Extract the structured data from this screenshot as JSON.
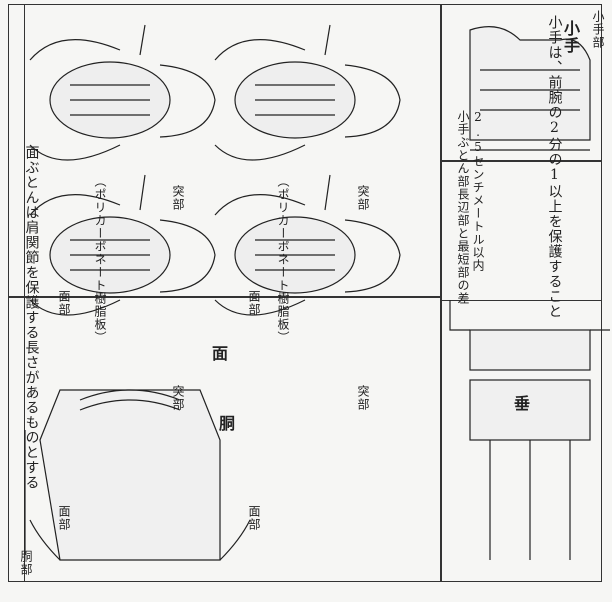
{
  "men": {
    "section_title": "面",
    "rule_text": "面ぶとんは肩関節を保護する長さがあるものとする",
    "label_menbu_1": "面部",
    "label_menbu_2": "面部",
    "label_menbu_3": "面部",
    "label_menbu_4": "面部",
    "label_tsukibu_1": "突部",
    "label_tsukibu_2": "突部",
    "label_tsukibu_3": "突部",
    "label_tsukibu_4": "突部",
    "polycarbonate_1": "（ポリカーボネート樹脂板）",
    "polycarbonate_2": "（ポリカーボネート樹脂板）"
  },
  "kote": {
    "section_title": "小手",
    "rule_text": "小手は、前腕の2分の1以上を保護すること",
    "label_kotebu": "小手部",
    "note_width": "2.5センチメートル以内",
    "note_diff": "小手ぶとん部長辺部と最短部の差"
  },
  "do": {
    "section_title": "胴",
    "label_dobu": "胴部"
  },
  "tare": {
    "section_title": "垂"
  },
  "colors": {
    "ink": "#222222",
    "paper": "#f6f6f4"
  }
}
